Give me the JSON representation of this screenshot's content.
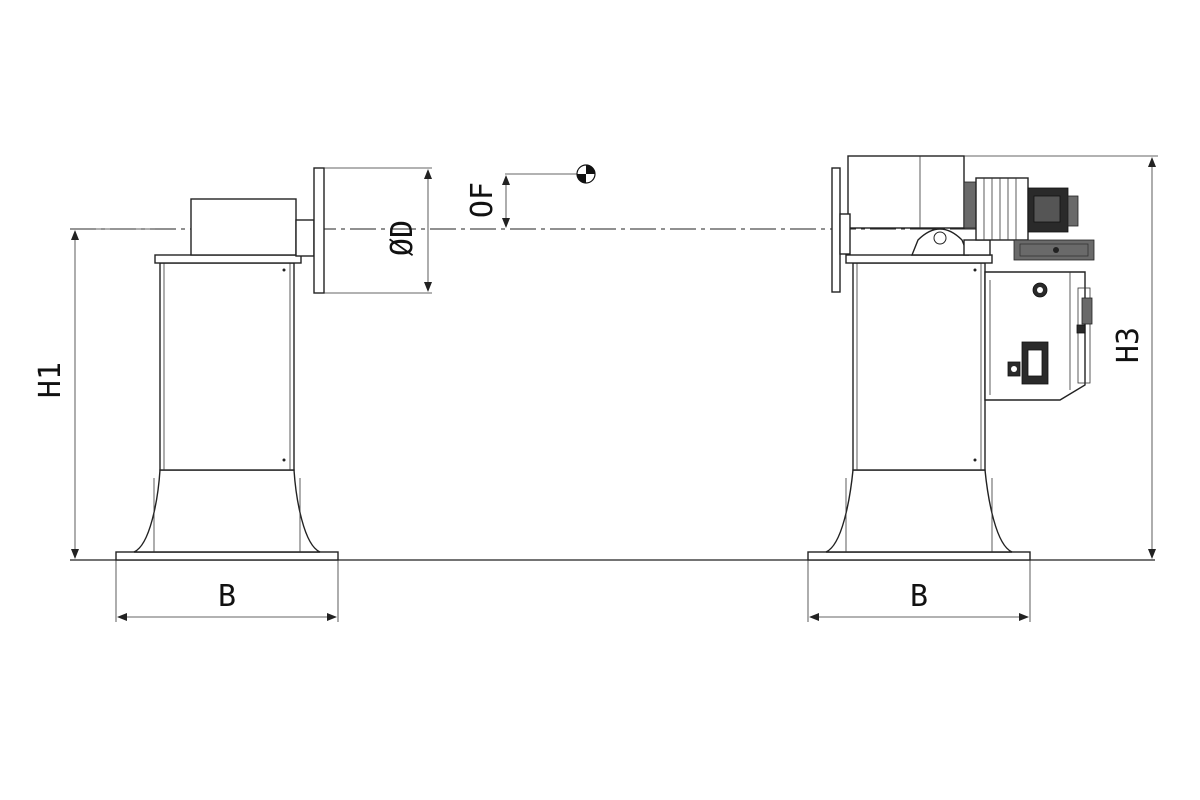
{
  "drawing": {
    "dimensions": {
      "base_width_left": "B",
      "base_width_right": "B",
      "height_h1": "H1",
      "height_h3": "H3",
      "diameter": "ØD",
      "offset": "OF"
    }
  },
  "colors": {
    "line": "#222222",
    "background": "#ffffff"
  },
  "icons": [
    "center-of-gravity-icon"
  ]
}
